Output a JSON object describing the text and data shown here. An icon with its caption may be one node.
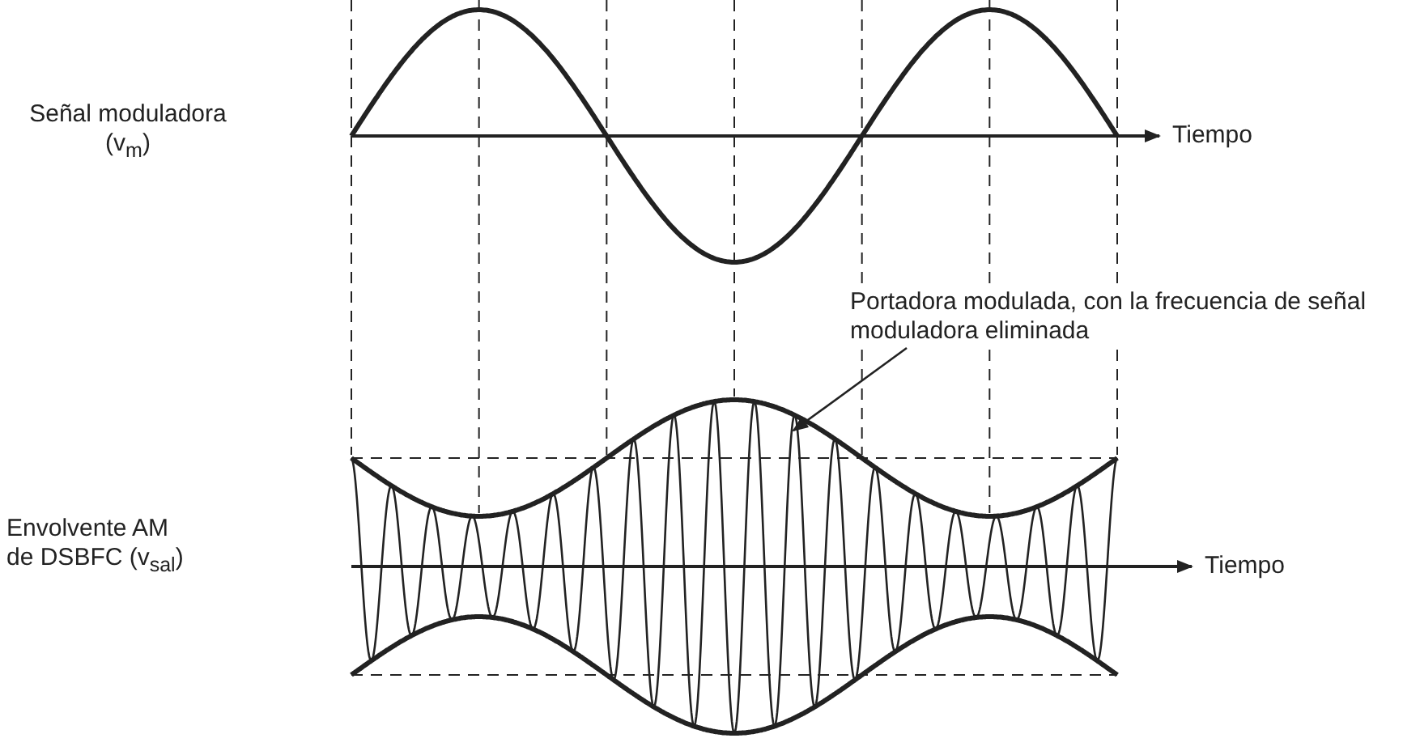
{
  "diagram": {
    "nodes": [
      {
        "text": [
          "Portadora modulada, con la frecuencia de señal moduladora eliminada"
        ]
      },
      {
        "text": [],
        "shape": "picture"
      }
    ],
    "edges": [
      {
        "from": 0,
        "to": 1,
        "arrow": "to"
      }
    ],
    "labels": [
      "Señal moduladora (v$_{m}$)",
      "Tiempo",
      "Envolvente AM de DSBFC (v$_{sal}$)",
      "Tiempo"
    ]
  }
}
